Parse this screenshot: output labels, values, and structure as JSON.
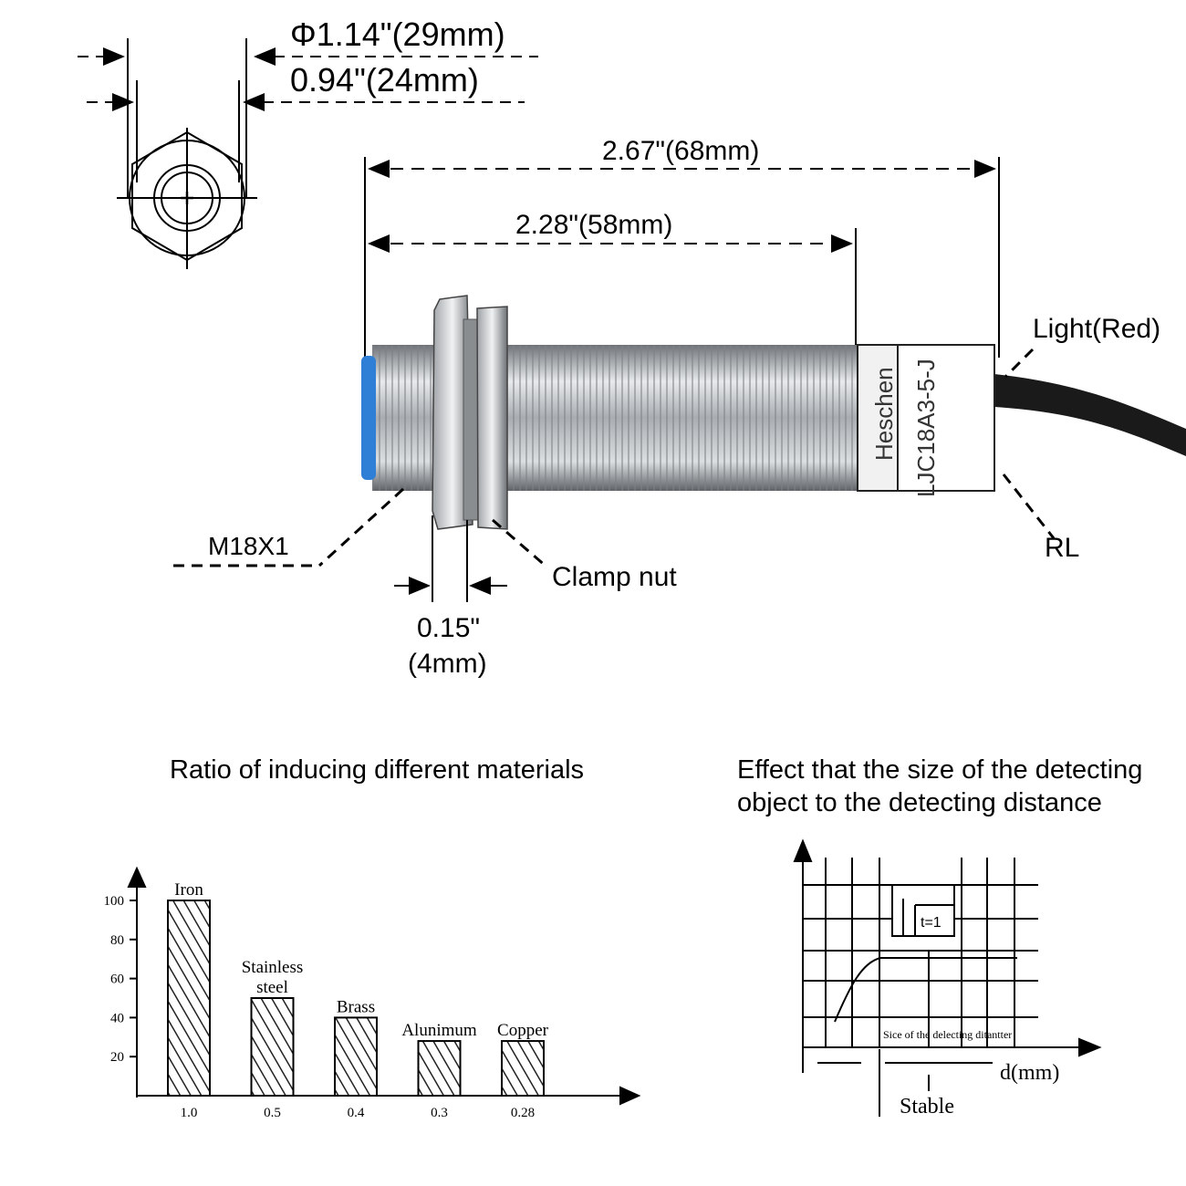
{
  "top_view": {
    "outer_dia_label": "Φ1.14\"(29mm)",
    "inner_dia_label": "0.94\"(24mm)"
  },
  "side_view": {
    "total_length_label": "2.67\"(68mm)",
    "thread_length_label": "2.28\"(58mm)",
    "light_label": "Light(Red)",
    "rl_label": "RL",
    "thread_label": "M18X1",
    "clamp_nut_label": "Clamp nut",
    "nut_thickness_label_1": "0.15\"",
    "nut_thickness_label_2": "(4mm)",
    "brand_text": "Heschen",
    "model_text": "LJC18A3-5-J",
    "sensor_colors": {
      "face": "#2f7fd6",
      "body": "#b9bcbf",
      "cable": "#1a1a1a",
      "label": "#ffffff"
    }
  },
  "chart_data": [
    {
      "type": "bar",
      "title": "Ratio of inducing different materials",
      "categories": [
        "Iron",
        "Stainless steel",
        "Brass",
        "Alunimum",
        "Copper"
      ],
      "category_label_lines": [
        [
          "Iron"
        ],
        [
          "Stainless",
          "steel"
        ],
        [
          "Brass"
        ],
        [
          "Alunimum"
        ],
        [
          "Copper"
        ]
      ],
      "ratios": [
        "1.0",
        "0.5",
        "0.4",
        "0.3",
        "0.28"
      ],
      "values": [
        100,
        50,
        40,
        28,
        28
      ],
      "yticks": [
        "20",
        "40",
        "60",
        "80",
        "100"
      ],
      "ylim": [
        0,
        110
      ],
      "bar_fill": "hatched"
    },
    {
      "type": "line",
      "title_lines": [
        "Effect that the size of the detecting",
        "object to the detecting distance"
      ],
      "xlabel": "d(mm)",
      "curve_label": "Sice of the delecting ditantter",
      "stable_label": "Stable",
      "thickness_label": "t=1",
      "grid": true
    }
  ]
}
